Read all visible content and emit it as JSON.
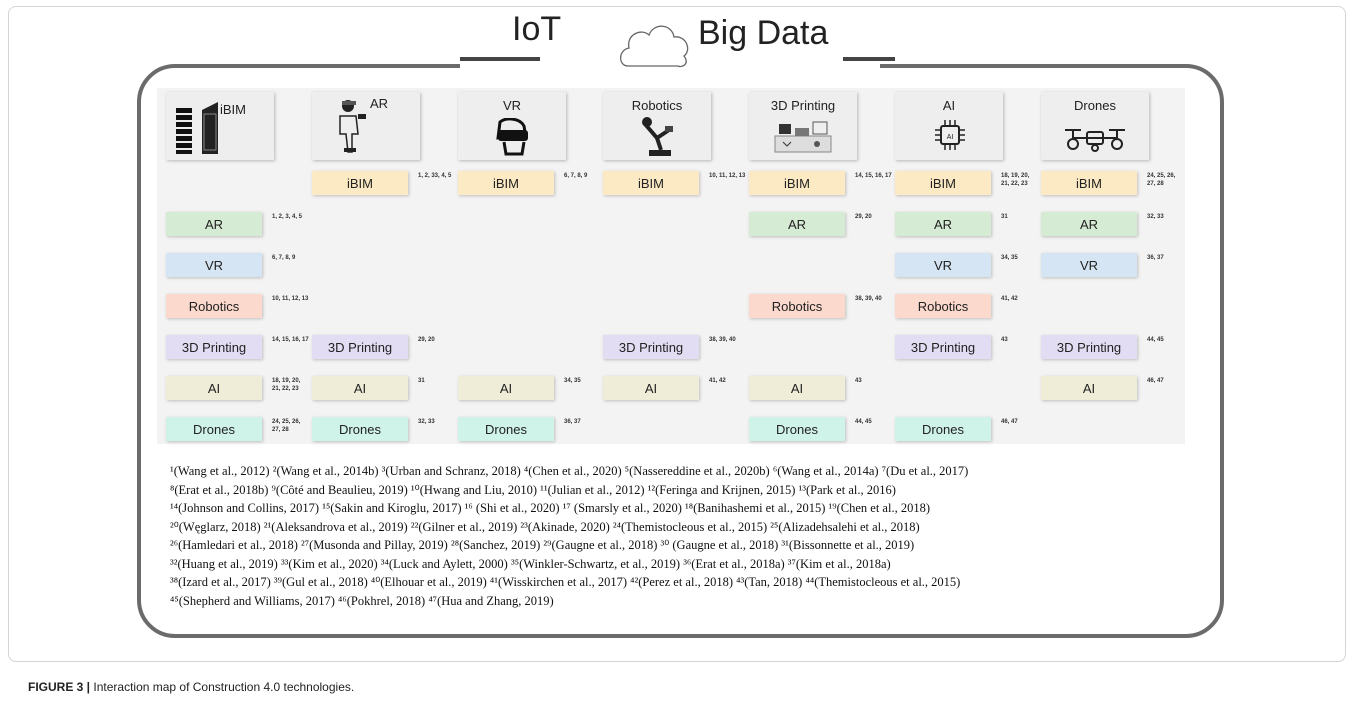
{
  "header": {
    "iot": "IoT",
    "bigdata": "Big Data"
  },
  "columns": [
    "iBIM",
    "AR",
    "VR",
    "Robotics",
    "3D Printing",
    "AI",
    "Drones"
  ],
  "icons": [
    "building-icon",
    "person-headset-icon",
    "vr-headset-icon",
    "robot-arm-icon",
    "3d-printer-icon",
    "ai-chip-icon",
    "drone-icon"
  ],
  "rows": [
    [
      null,
      {
        "label": "iBIM",
        "refs": "1, 2, 33, 4, 5"
      },
      {
        "label": "iBIM",
        "refs": "6, 7, 8, 9"
      },
      {
        "label": "iBIM",
        "refs": "10, 11, 12, 13"
      },
      {
        "label": "iBIM",
        "refs": "14, 15, 16, 17"
      },
      {
        "label": "iBIM",
        "refs": "18, 19, 20, 21, 22, 23"
      },
      {
        "label": "iBIM",
        "refs": "24, 25, 26, 27, 28"
      }
    ],
    [
      {
        "label": "AR",
        "refs": "1, 2, 3, 4, 5"
      },
      null,
      null,
      null,
      {
        "label": "AR",
        "refs": "29, 20"
      },
      {
        "label": "AR",
        "refs": "31"
      },
      {
        "label": "AR",
        "refs": "32, 33"
      }
    ],
    [
      {
        "label": "VR",
        "refs": "6, 7, 8, 9"
      },
      null,
      null,
      null,
      null,
      {
        "label": "VR",
        "refs": "34, 35"
      },
      {
        "label": "VR",
        "refs": "36, 37"
      }
    ],
    [
      {
        "label": "Robotics",
        "refs": "10, 11, 12, 13"
      },
      null,
      null,
      null,
      {
        "label": "Robotics",
        "refs": "38, 39, 40"
      },
      {
        "label": "Robotics",
        "refs": "41, 42"
      },
      null
    ],
    [
      {
        "label": "3D Printing",
        "refs": "14, 15, 16, 17"
      },
      {
        "label": "3D Printing",
        "refs": "29, 20"
      },
      null,
      {
        "label": "3D Printing",
        "refs": "38, 39, 40"
      },
      null,
      {
        "label": "3D Printing",
        "refs": "43"
      },
      {
        "label": "3D Printing",
        "refs": "44, 45"
      }
    ],
    [
      {
        "label": "AI",
        "refs": "18, 19, 20, 21, 22, 23"
      },
      {
        "label": "AI",
        "refs": "31"
      },
      {
        "label": "AI",
        "refs": "34, 35"
      },
      {
        "label": "AI",
        "refs": "41, 42"
      },
      {
        "label": "AI",
        "refs": "43"
      },
      null,
      {
        "label": "AI",
        "refs": "46, 47"
      }
    ],
    [
      {
        "label": "Drones",
        "refs": "24, 25, 26, 27, 28"
      },
      {
        "label": "Drones",
        "refs": "32, 33"
      },
      {
        "label": "Drones",
        "refs": "36, 37"
      },
      null,
      {
        "label": "Drones",
        "refs": "44, 45"
      },
      {
        "label": "Drones",
        "refs": "46, 47"
      },
      null
    ]
  ],
  "references": [
    "¹(Wang et al., 2012) ²(Wang et al., 2014b) ³(Urban and Schranz, 2018) ⁴(Chen et al., 2020) ⁵(Nassereddine et al., 2020b) ⁶(Wang et al., 2014a) ⁷(Du et al., 2017)",
    "⁸(Erat et al., 2018b) ⁹(Côté and Beaulieu, 2019) ¹⁰(Hwang and Liu, 2010) ¹¹(Julian et al., 2012) ¹²(Feringa and Krijnen, 2015) ¹³(Park et al., 2016)",
    "¹⁴(Johnson and Collins, 2017) ¹⁵(Sakin and Kiroglu, 2017) ¹⁶ (Shi et al., 2020) ¹⁷ (Smarsly et al., 2020) ¹⁸(Banihashemi et al., 2015) ¹⁹(Chen et al., 2018)",
    "²⁰(Węglarz, 2018) ²¹(Aleksandrova et al., 2019) ²²(Gilner et al., 2019) ²³(Akinade, 2020) ²⁴(Themistocleous et al., 2015) ²⁵(Alizadehsalehi et al., 2018)",
    "²⁶(Hamledari et al., 2018) ²⁷(Musonda and Pillay, 2019) ²⁸(Sanchez, 2019) ²⁹(Gaugne et al., 2018) ³⁰ (Gaugne et al., 2018) ³¹(Bissonnette et al., 2019)",
    "³²(Huang et al., 2019) ³³(Kim et al., 2020) ³⁴(Luck and Aylett, 2000) ³⁵(Winkler-Schwartz, et al., 2019) ³⁶(Erat et al., 2018a) ³⁷(Kim et al., 2018a)",
    "³⁸(Izard et al., 2017) ³⁹(Gul et al., 2018) ⁴⁰(Elhouar et al., 2019) ⁴¹(Wisskirchen et al., 2017) ⁴²(Perez et al., 2018) ⁴³(Tan, 2018) ⁴⁴(Themistocleous et al., 2015)",
    "⁴⁵(Shepherd and Williams, 2017) ⁴⁶(Pokhrel, 2018) ⁴⁷(Hua and Zhang, 2019)"
  ],
  "caption": {
    "label": "FIGURE 3 |",
    "text": " Interaction map of Construction 4.0 technologies."
  }
}
